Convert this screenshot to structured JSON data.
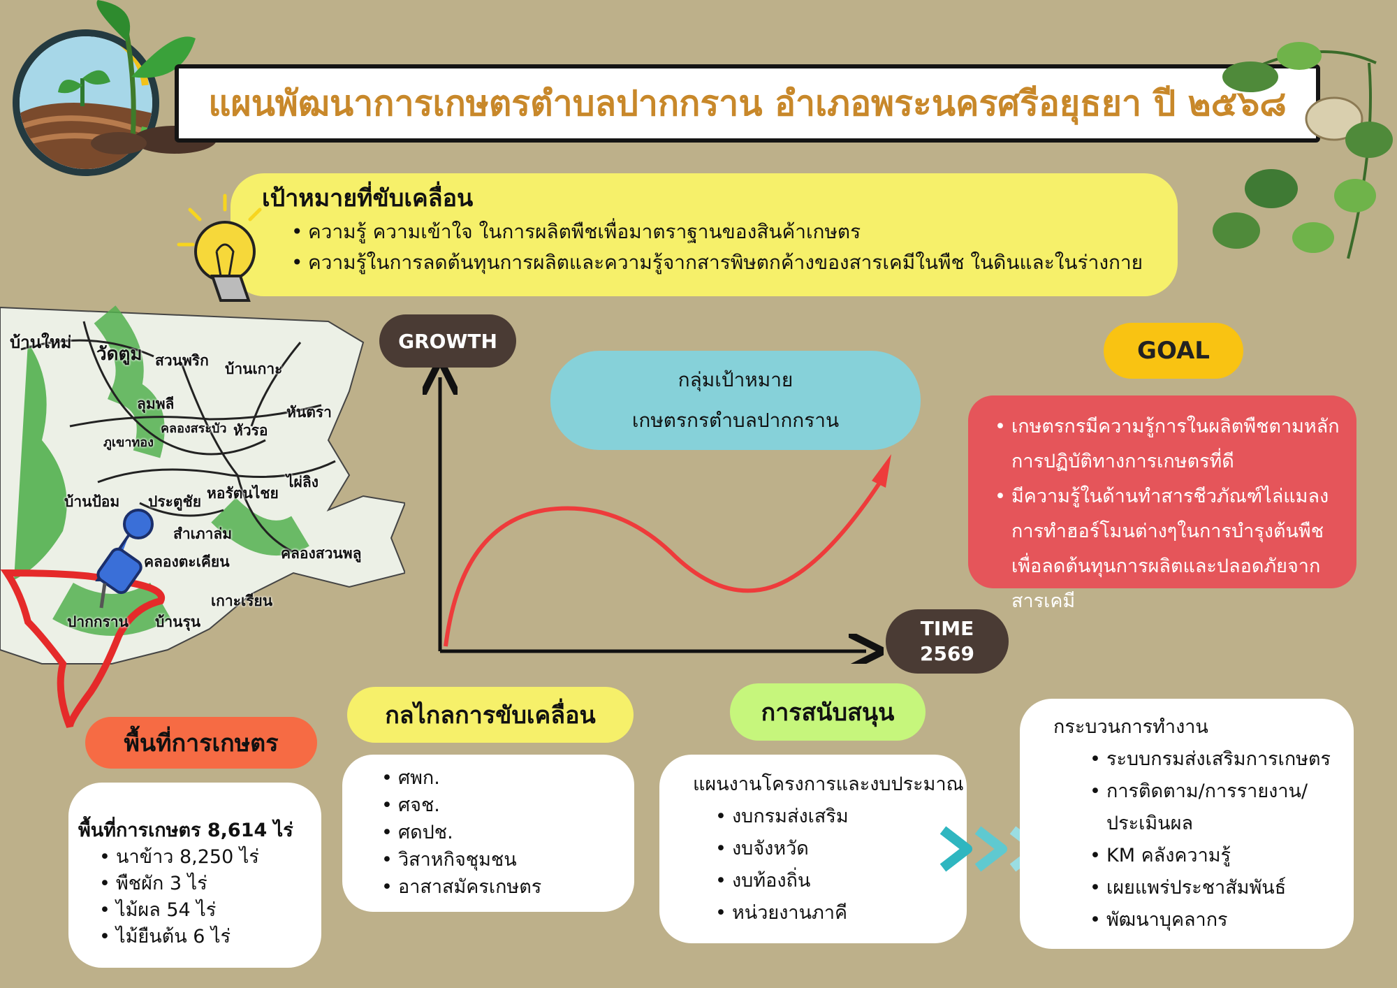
{
  "header": {
    "title": "แผนพัฒนาการเกษตรตำบลปากกราน อำเภอพระนครศรีอยุธยา  ปี ๒๕๖๘"
  },
  "goals": {
    "title": "เป้าหมายที่ขับเคลื่อน",
    "items": [
      "ความรู้ ความเข้าใจ ในการผลิตพืชเพื่อมาตราฐานของสินค้าเกษตร",
      "ความรู้ในการลดต้นทุนการผลิตและความรู้จากสารพิษตกค้างของสารเคมีในพืช ในดินและในร่างกาย"
    ]
  },
  "map": {
    "labels": [
      "บ้านใหม่",
      "วัดตูม",
      "สวนพริก",
      "บ้านเกาะ",
      "ลุมพลี",
      "คลองสระบัว",
      "หัวรอ",
      "หันตรา",
      "ภูเขาทอง",
      "บ้านป้อม",
      "ประตูชัย",
      "หอรัตนไชย",
      "ไผ่ลิง",
      "สำเภาล่ม",
      "คลองตะเคียน",
      "คลองสวนพลู",
      "เกาะเรียน",
      "ปากกราน",
      "บ้านรุน"
    ]
  },
  "growth": {
    "y_label": "GROWTH",
    "x_label_1": "TIME",
    "x_label_2": "2569",
    "target_line1": "กลุ่มเป้าหมาย",
    "target_line2": "เกษตรกรตำบลปากกราน"
  },
  "goal": {
    "label": "GOAL",
    "items": [
      "เกษตรกรมีความรู้การในผลิตพืชตามหลักการปฏิบัติทางการเกษตรที่ดี",
      "มีความรู้ในด้านทำสารชีวภัณฑ์ไล่แมลง การทำฮอร์โมนต่างๆในการบำรุงต้นพืช เพื่อลดต้นทุนการผลิตและปลอดภัยจากสารเคมี"
    ]
  },
  "area": {
    "label": "พื้นที่การเกษตร",
    "total": "พื้นที่การเกษตร 8,614 ไร่",
    "items": [
      "นาข้าว 8,250 ไร่",
      "พืชผัก 3 ไร่",
      "ไม้ผล 54 ไร่",
      "ไม้ยืนต้น 6 ไร่"
    ]
  },
  "mechanism": {
    "label": "กลไกลการขับเคลื่อน",
    "items": [
      "ศพก.",
      "ศจช.",
      "ศดปช.",
      "วิสาหกิจชุมชน",
      "อาสาสมัครเกษตร"
    ]
  },
  "support": {
    "label": "การสนับสนุน",
    "heading": "แผนงานโครงการและงบประมาณ",
    "items": [
      "งบกรมส่งเสริม",
      "งบจังหวัด",
      "งบท้องถิ่น",
      "หน่วยงานภาคี"
    ]
  },
  "process": {
    "heading": "กระบวนการทำงาน",
    "items": [
      "ระบบกรมส่งเสริมการเกษตร",
      "การติดตาม/การรายงาน/ประเมินผล",
      "KM คลังความรู้",
      "เผยแพร่ประชาสัมพันธ์",
      "พัฒนาบุคลากร"
    ]
  },
  "colors": {
    "background": "#bdb08a",
    "title_text": "#c8882a",
    "goal_yellow": "#f6f06a",
    "brown": "#4a3b34",
    "cyan": "#86d1d9",
    "goal_red": "#e5555a",
    "orange": "#f66b44",
    "lime": "#c6f67c",
    "curve_red": "#ee3b3b",
    "arrow_teal": "#2fb6c0"
  }
}
